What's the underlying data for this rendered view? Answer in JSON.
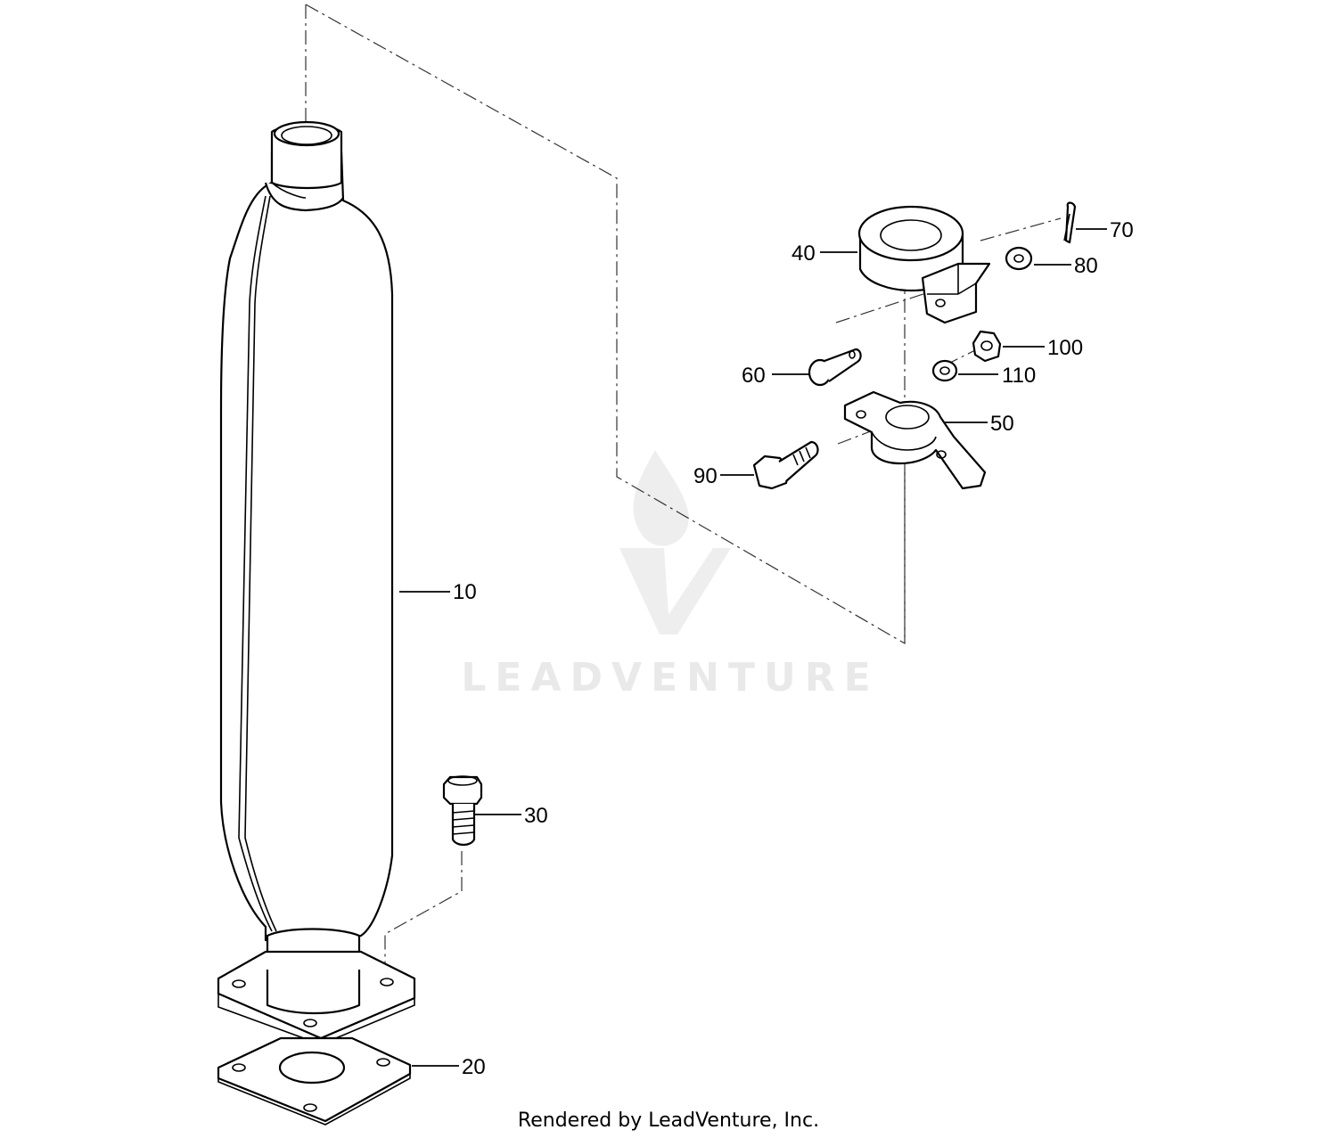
{
  "watermark": {
    "brand": "LEADVENTURE"
  },
  "footer": {
    "credit": "Rendered by LeadVenture, Inc."
  },
  "callouts": {
    "p10": "10",
    "p20": "20",
    "p30": "30",
    "p40": "40",
    "p50": "50",
    "p60": "60",
    "p70": "70",
    "p80": "80",
    "p90": "90",
    "p100": "100",
    "p110": "110"
  }
}
